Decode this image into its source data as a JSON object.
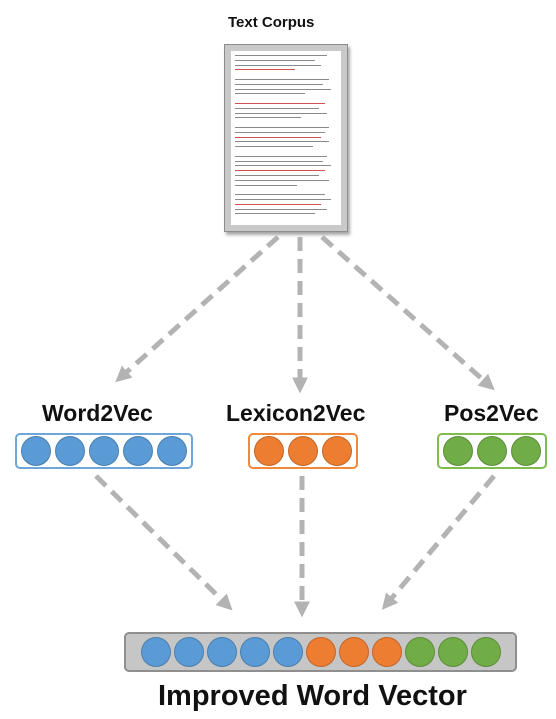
{
  "corpus": {
    "title": "Text Corpus"
  },
  "embeddings": [
    {
      "key": "word2vec",
      "title": "Word2Vec",
      "dots": 5,
      "color": "#5b9bd5",
      "border": "#6fa6d9"
    },
    {
      "key": "lexicon2vec",
      "title": "Lexicon2Vec",
      "dots": 3,
      "color": "#ed7d31",
      "border": "#f08a3a"
    },
    {
      "key": "pos2vec",
      "title": "Pos2Vec",
      "dots": 3,
      "color": "#70ad47",
      "border": "#7fbc4c"
    }
  ],
  "output": {
    "title": "Improved Word Vector"
  },
  "colors": {
    "arrow": "#b3b3b3",
    "vector_bg": "#c6c6c6"
  }
}
